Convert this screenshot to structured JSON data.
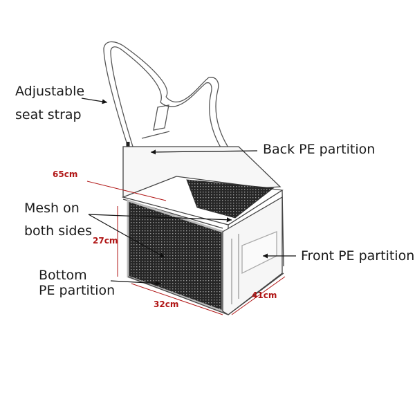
{
  "labels": {
    "strap": [
      "Adjustable",
      "seat strap"
    ],
    "back": "Back PE partition",
    "mesh": [
      "Mesh on",
      "both sides"
    ],
    "front": "Front PE partition",
    "bottom": [
      "Bottom",
      "PE partition"
    ]
  },
  "dimensions": {
    "height": "65cm",
    "depth": "27cm",
    "width": "32cm",
    "length": "41cm"
  },
  "colors": {
    "dimension": "#b01515",
    "outline": "#444444",
    "mesh": "#2a2a2a",
    "panel": "#f4f4f4"
  }
}
